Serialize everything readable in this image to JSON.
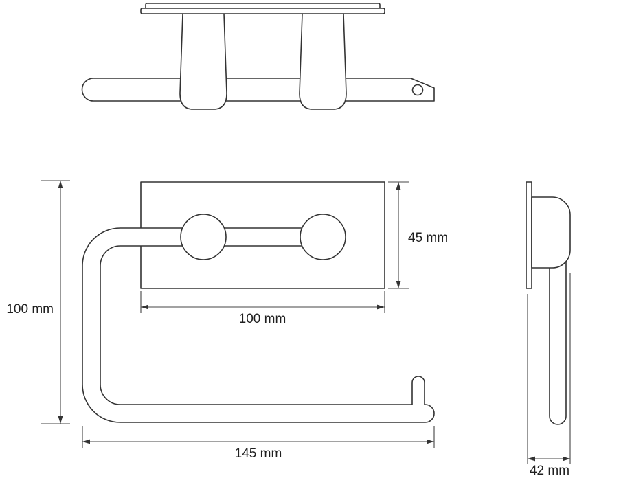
{
  "drawing": {
    "labels": {
      "overall_height": "100 mm",
      "plate_height": "45 mm",
      "plate_width": "100 mm",
      "overall_width": "145 mm",
      "depth": "42 mm"
    },
    "colors": {
      "line": "#333333",
      "dimension_line": "#444444",
      "text": "#1f1f1f",
      "background": "#ffffff"
    }
  }
}
